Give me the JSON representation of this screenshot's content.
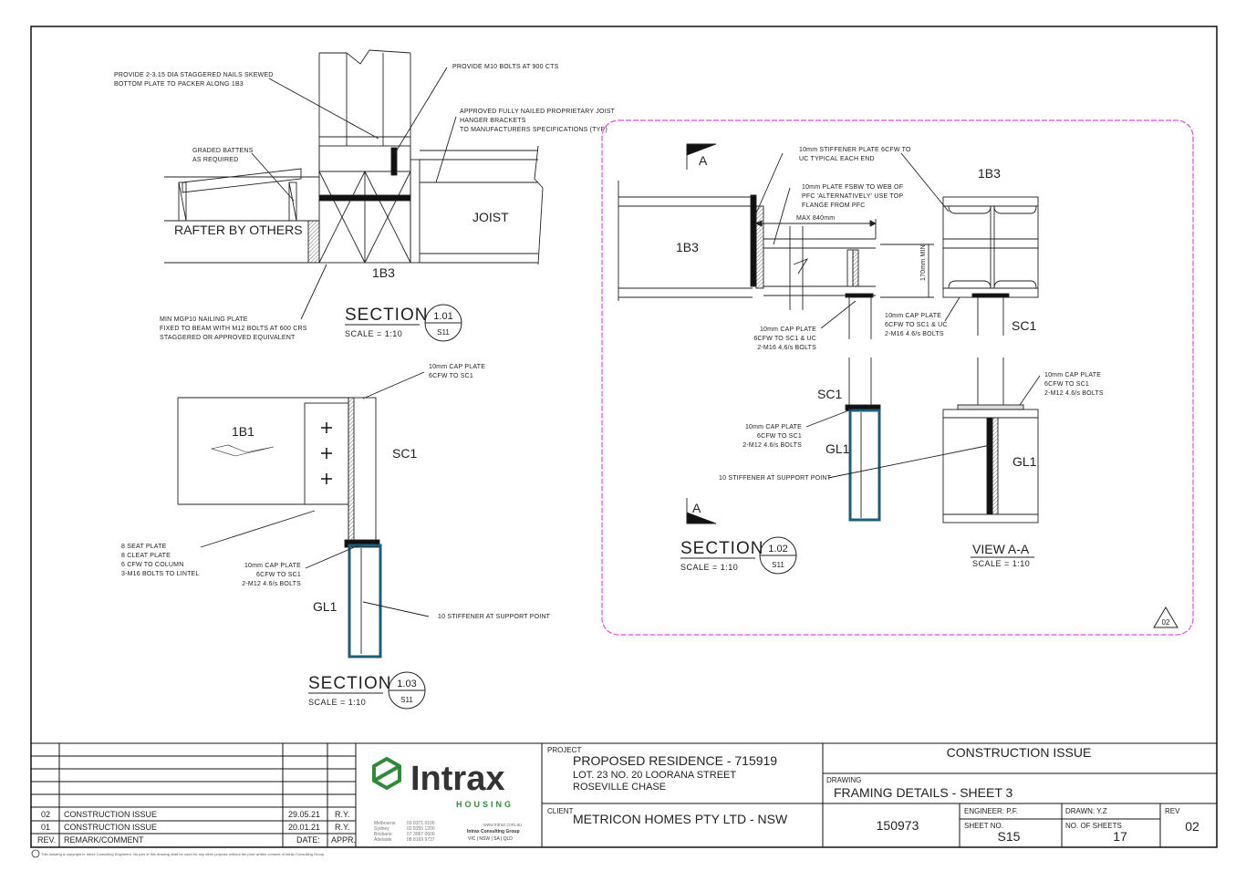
{
  "notes": {
    "nails": [
      "PROVIDE 2-3.15 DIA STAGGERED NAILS SKEWED",
      "BOTTOM PLATE TO PACKER ALONG 1B3"
    ],
    "m10": "PROVIDE M10 BOLTS AT 900 CTS",
    "joist_hanger": [
      "APPROVED FULLY NAILED PROPRIETARY JOIST",
      "HANGER BRACKETS",
      "TO MANUFACTURERS SPECIFICATIONS (TYP)"
    ],
    "battens": [
      "GRADED BATTENS",
      "AS REQUIRED"
    ],
    "nailing_plate": [
      "MIN MGP10 NAILING PLATE",
      "FIXED TO BEAM WITH M12 BOLTS AT 600 CRS",
      "STAGGERED OR APPROVED EQUIVALENT"
    ],
    "cap_plate_103_top": [
      "10mm CAP PLATE",
      "6CFW TO SC1"
    ],
    "seat_plate": [
      "8 SEAT PLATE",
      "8 CLEAT PLATE",
      "6 CFW TO COLUMN",
      "3-M16 BOLTS TO LINTEL"
    ],
    "cap_plate_103_bot": [
      "10mm CAP PLATE",
      "6CFW TO SC1",
      "2-M12 4.6/s BOLTS"
    ],
    "stiffener_103": "10 STIFFENER AT SUPPORT POINT",
    "stiffener_plate": [
      "10mm STIFFENER PLATE 6CFW TO",
      "UC TYPICAL EACH END"
    ],
    "fsbw": [
      "10mm PLATE FSBW TO WEB OF",
      "PFC 'ALTERNATIVELY' USE TOP",
      "FLANGE FROM PFC"
    ],
    "max_dim": "MAX 840mm",
    "min_dim": "170mm MIN",
    "cap_16_left": [
      "10mm CAP PLATE",
      "6CFW TO SC1 & UC",
      "2-M16 4.6/s BOLTS"
    ],
    "cap_16_right": [
      "10mm CAP PLATE",
      "6CFW TO SC1 & UC",
      "2-M16 4.6/s BOLTS"
    ],
    "cap_12_left": [
      "10mm CAP PLATE",
      "6CFW TO SC1",
      "2-M12 4.6/s BOLTS"
    ],
    "cap_12_right": [
      "10mm CAP PLATE",
      "6CFW TO SC1",
      "2-M12 4.6/s BOLTS"
    ],
    "stiffener_102": "10 STIFFENER AT SUPPORT POINT"
  },
  "labels": {
    "rafter": "RAFTER BY OTHERS",
    "joist": "JOIST",
    "b3_101": "1B3",
    "b1": "1B1",
    "sc1_103": "SC1",
    "gl1_103": "GL1",
    "b3_102": "1B3",
    "b3_aa": "1B3",
    "sc1_102_right": "SC1",
    "sc1_102_low": "SC1",
    "gl1_102": "GL1",
    "gl1_aa": "GL1",
    "a_top": "A",
    "a_bot": "A",
    "rev_cloud_tag": "02"
  },
  "sections": {
    "s101": {
      "title": "SECTION",
      "scale": "SCALE = 1:10",
      "num": "1.01",
      "sheet": "S11"
    },
    "s102": {
      "title": "SECTION",
      "scale": "SCALE = 1:10",
      "num": "1.02",
      "sheet": "S11"
    },
    "s103": {
      "title": "SECTION",
      "scale": "SCALE = 1:10",
      "num": "1.03",
      "sheet": "S11"
    },
    "viewaa": {
      "title": "VIEW A-A",
      "scale": "SCALE = 1:10"
    }
  },
  "title_block": {
    "revisions": [
      {
        "rev": "02",
        "remark": "CONSTRUCTION ISSUE",
        "date": "29.05.21",
        "appr": "R.Y."
      },
      {
        "rev": "01",
        "remark": "CONSTRUCTION ISSUE",
        "date": "20.01.21",
        "appr": "R.Y."
      }
    ],
    "rev_header": {
      "rev": "REV.",
      "remark": "REMARK/COMMENT",
      "date": "DATE:",
      "appr": "APPR."
    },
    "logo_main": "Intrax",
    "logo_sub": "HOUSING",
    "offices": [
      "Melbourne",
      "Sydney",
      "Brisbane",
      "Adelaide"
    ],
    "phones": [
      "03 8371 0100",
      "02 8355 1200",
      "07 3067 0600",
      "08 8169 9737"
    ],
    "web": "www.intrax.com.au",
    "group": "Intrax Consulting Group",
    "states": "VIC | NSW | SA | QLD",
    "project_label": "PROJECT",
    "project_name": "PROPOSED RESIDENCE - 715919",
    "project_addr1": "LOT. 23 NO. 20 LOORANA STREET",
    "project_addr2": "ROSEVILLE CHASE",
    "client_label": "CLIENT",
    "client_name": "METRICON HOMES PTY LTD - NSW",
    "status": "CONSTRUCTION ISSUE",
    "drawing_label": "DRAWING",
    "drawing_name": "FRAMING DETAILS - SHEET 3",
    "job_no": "150973",
    "engineer": "ENGINEER: P.F.",
    "drawn": "DRAWN: Y.Z",
    "rev_label": "REV",
    "rev_value": "02",
    "sheet_no_label": "SHEET NO.",
    "sheet_no": "S15",
    "no_sheets_label": "NO. OF SHEETS",
    "no_sheets": "17",
    "copyright": "This drawing is copyright to Intrax Consulting Engineers. No part of this drawing shall be used for any other purpose without the prior written consent of Intrax Consulting Group."
  }
}
